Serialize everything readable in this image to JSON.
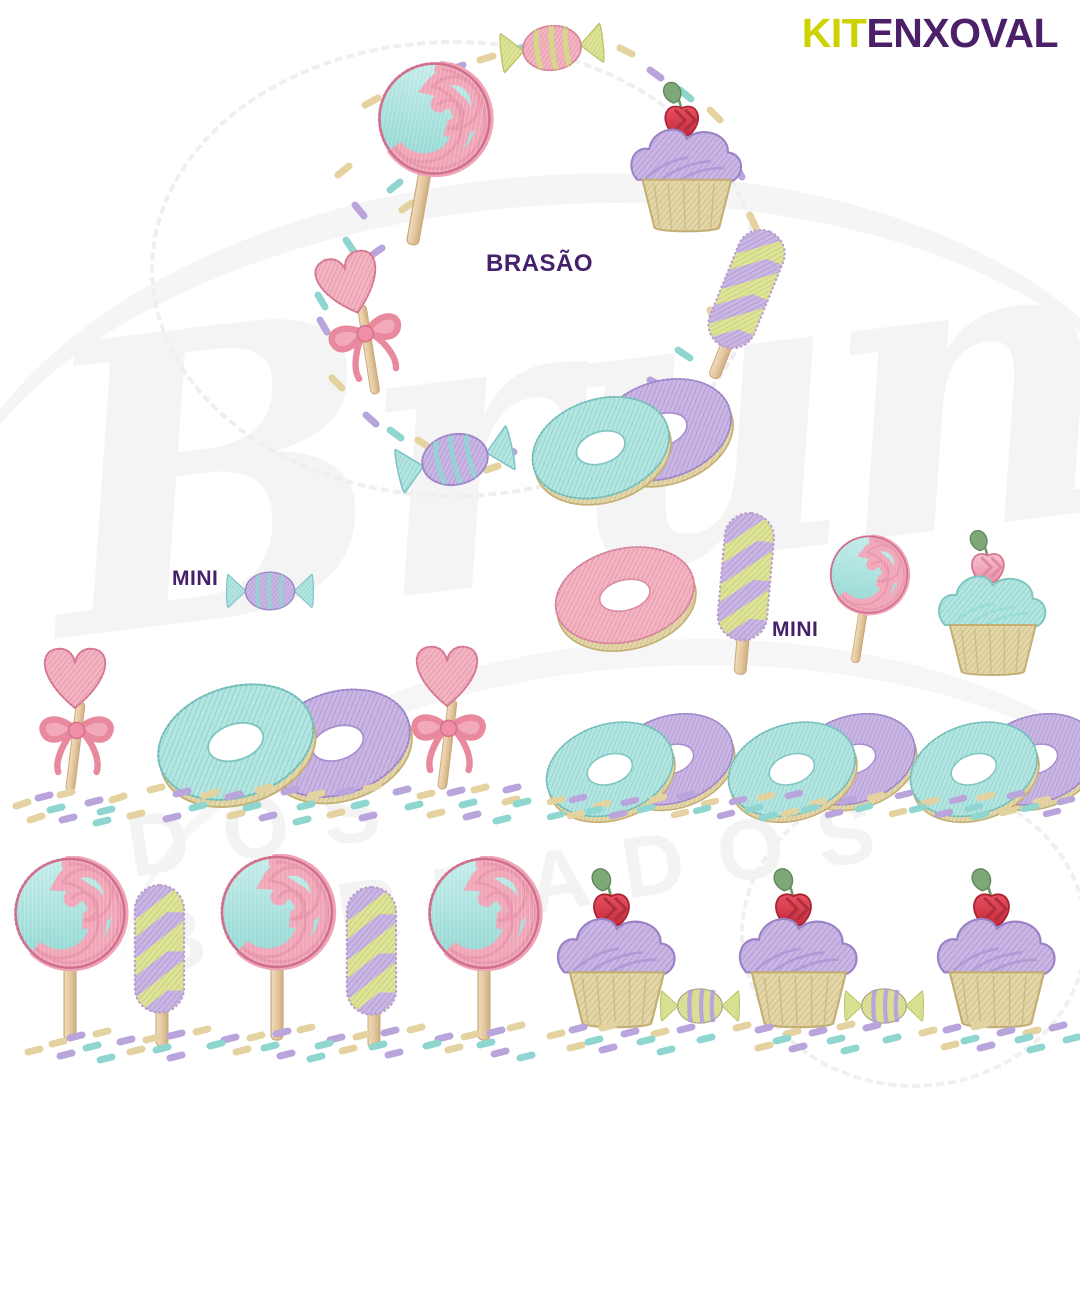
{
  "brand": {
    "part1": "KIT",
    "part2": "ENXOVAL",
    "color_part1": "#cdd200",
    "color_part2": "#4b2069"
  },
  "watermark": {
    "script_text": "Bruna",
    "sub_text": "DOS BORDADOS",
    "color": "#f4f4f4"
  },
  "labels": {
    "brasao": "BRASÃO",
    "mini_left": "MINI",
    "mini_right": "MINI",
    "color": "#45206b"
  },
  "palette": {
    "pink": "#f2a6b6",
    "pink_dark": "#e07f96",
    "mint": "#a9e1de",
    "mint_dark": "#7fcfc9",
    "lavender": "#c3aede",
    "lavender_dark": "#a68fcb",
    "cream": "#e3d6a8",
    "cream_dark": "#cfbf8b",
    "lime": "#d6de86",
    "lime_dark": "#bcc462",
    "stick": "#e8cfa6",
    "stick_dark": "#cdaf82",
    "red": "#d93b4a",
    "green_leaf": "#7fa878",
    "outline": "#9a7fae"
  },
  "sections": {
    "brasao": {
      "label": "BRASÃO",
      "description": "circular wreath of candy motifs",
      "motifs": [
        "swirl-lollipop",
        "wrapped-candy",
        "cupcake-lavender",
        "popsicle-lime",
        "donut-pair",
        "wrapped-candy-mint",
        "heart-lollipop-bow"
      ]
    },
    "mini_row": {
      "label_left": "MINI",
      "label_right": "MINI",
      "motifs": [
        "mini-wrapped-candy",
        "donut-pink",
        "popsicle-lime",
        "mini-swirl-lollipop",
        "cupcake-mint"
      ]
    },
    "border_rows": [
      {
        "name": "heart-lollipop-donut-border",
        "motifs": [
          "heart-lollipop-bow",
          "donut-pair",
          "heart-lollipop-bow",
          "sprinkles"
        ]
      },
      {
        "name": "donut-pair-border",
        "motifs": [
          "donut-pair",
          "donut-pair",
          "donut-pair",
          "sprinkles"
        ]
      },
      {
        "name": "lollipop-popsicle-border",
        "motifs": [
          "swirl-lollipop",
          "popsicle-lime",
          "swirl-lollipop",
          "popsicle-lime",
          "swirl-lollipop",
          "sprinkles"
        ]
      },
      {
        "name": "cupcake-candy-border",
        "motifs": [
          "cupcake-lavender",
          "wrapped-candy-lime",
          "cupcake-lavender",
          "wrapped-candy-lime",
          "cupcake-lavender",
          "sprinkles"
        ]
      }
    ]
  }
}
